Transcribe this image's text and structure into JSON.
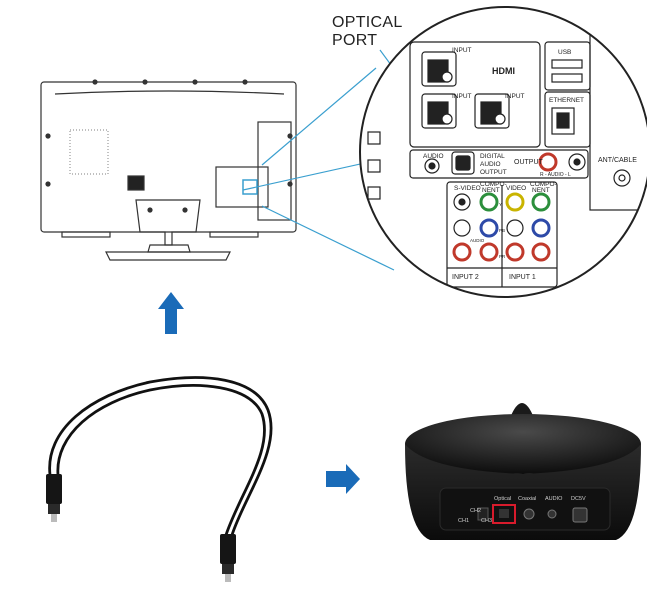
{
  "callout": {
    "line1": "OPTICAL",
    "line2": "PORT"
  },
  "panel": {
    "hdmi_logo": "HDMI",
    "usb": "USB",
    "ethernet": "ETHERNET",
    "input_labels": [
      "INPUT",
      "INPUT",
      "INPUT"
    ],
    "audio": "AUDIO",
    "digital_audio": [
      "DIGITAL",
      "AUDIO",
      "OUTPUT"
    ],
    "output": "OUTPUT",
    "output_sub": "R - AUDIO - L",
    "ant_cable": "ANT/CABLE",
    "svideo": "S-VIDEO",
    "component": [
      "COMPO-",
      "NENT"
    ],
    "video": "VIDEO",
    "component_b": [
      "COMPO-",
      "NENT"
    ],
    "audio_small": "AUDIO",
    "input2": "INPUT 2",
    "input1": "INPUT 1",
    "pb": "PB",
    "pr": "PR",
    "y": "Y"
  },
  "receiver": {
    "ports": [
      "Optical",
      "Coaxial",
      "AUDIO",
      "DC5V"
    ],
    "switch_top": "CH2",
    "switch_left": "CH1",
    "switch_right": "CH3"
  },
  "colors": {
    "arrow": "#1a6bb8",
    "callout_line": "#3a9fcf",
    "highlight": "#d81b2c",
    "tv_outline": "#333333",
    "receiver_body": "#1b1b1b"
  }
}
